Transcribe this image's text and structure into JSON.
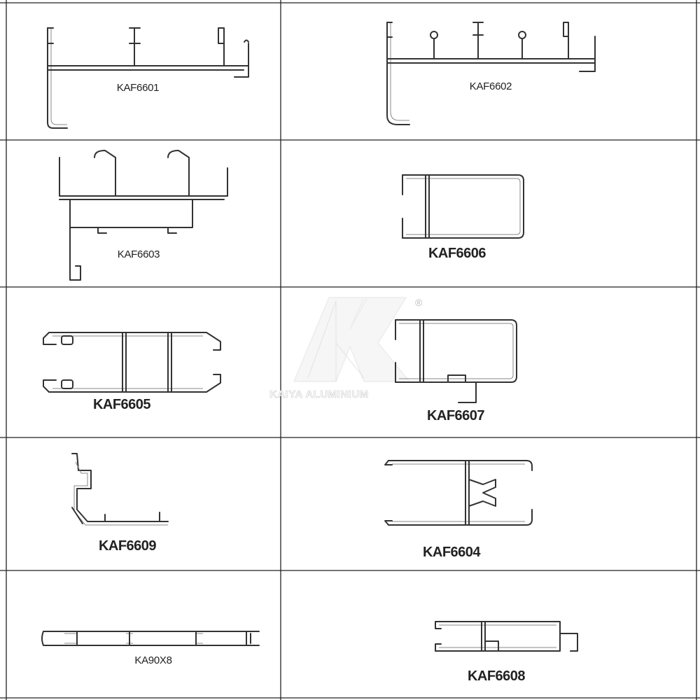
{
  "profiles": [
    {
      "code": "KAF6601"
    },
    {
      "code": "KAF6602"
    },
    {
      "code": "KAF6603"
    },
    {
      "code": "KAF6606"
    },
    {
      "code": "KAF6605"
    },
    {
      "code": "KAF6607"
    },
    {
      "code": "KAF6609"
    },
    {
      "code": "KAF6604"
    },
    {
      "code": "KA90X8"
    },
    {
      "code": "KAF6608"
    }
  ],
  "watermark": {
    "brand": "KAIYA ALUMINIUM",
    "registered_mark": "®"
  }
}
